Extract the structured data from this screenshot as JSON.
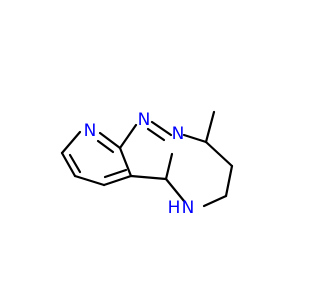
{
  "molecule": {
    "colors": {
      "bond": "#000000",
      "nitrogen": "#0000ff",
      "background": "#ffffff"
    },
    "atoms": [
      {
        "id": "n_pyridine",
        "label": "N"
      },
      {
        "id": "n_pyrazole_top",
        "label": "N"
      },
      {
        "id": "n_bridge",
        "label": "N"
      },
      {
        "id": "nh",
        "label": "N",
        "suffix": "H"
      }
    ]
  }
}
